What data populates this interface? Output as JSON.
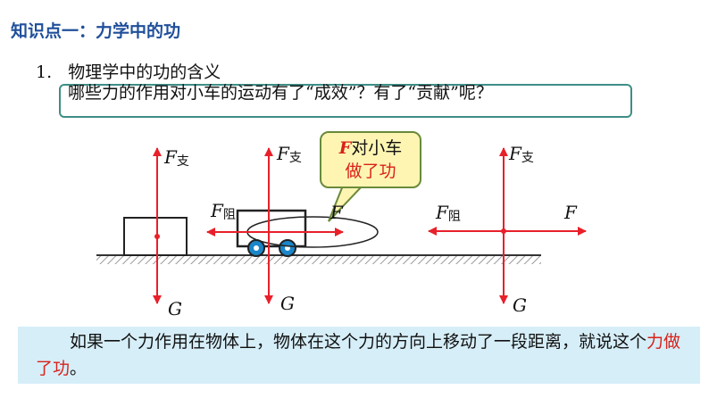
{
  "section_title": "知识点一：力学中的功",
  "point": {
    "number": "1.",
    "text": "物理学中的功的含义"
  },
  "question": "哪些力的作用对小车的运动有了“成效”？有了“贡献”呢？",
  "diagram": {
    "left": {
      "up": "F",
      "up_sub": "支",
      "down": "G"
    },
    "middle": {
      "up": "F",
      "up_sub": "支",
      "left": "F",
      "left_sub": "阻",
      "right": "F",
      "down": "G"
    },
    "right": {
      "up": "F",
      "up_sub": "支",
      "left": "F",
      "left_sub": "阻",
      "right": "F",
      "down": "G"
    },
    "bubble": {
      "prefix": "F",
      "line1_rest": "对小车",
      "line2": "做了功"
    }
  },
  "conclusion": {
    "part1": "如果一个力作用在物体上，物体在这个力的方向上移动了一段距离，就说这个",
    "highlight": "力做了功",
    "part2": "。"
  },
  "colors": {
    "title": "#1f4f9a",
    "arrow": "#e8202a",
    "highlight": "#d9211a",
    "conclusion_bg": "#d6eef8",
    "bubble_bg": "#fff5b3"
  }
}
